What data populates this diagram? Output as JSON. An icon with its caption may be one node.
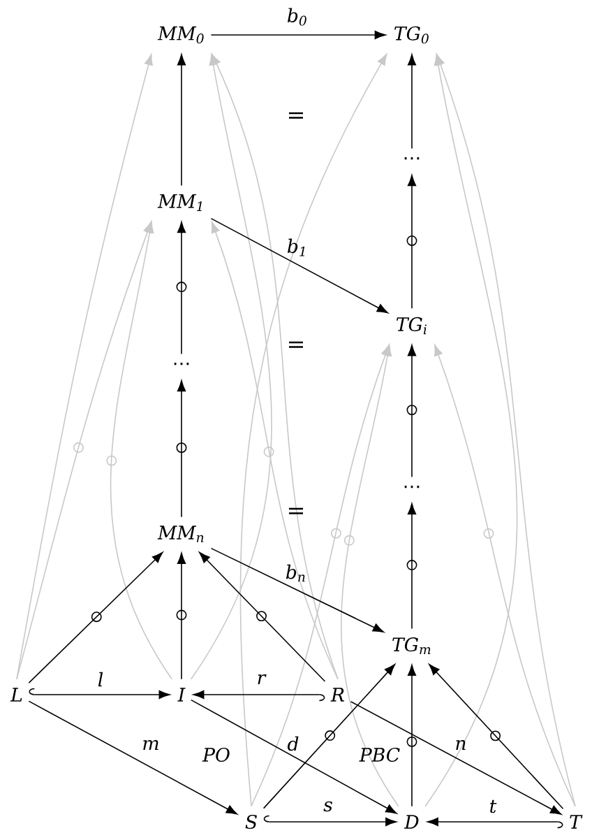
{
  "diagram": {
    "nodes": [
      {
        "text": [
          "MM$_{0}$"
        ]
      },
      {
        "text": [
          "TG$_{0}$"
        ]
      },
      {
        "text": [
          "MM$_{1}$"
        ]
      },
      {
        "text": [
          "⋯"
        ]
      },
      {
        "text": [
          "⋯"
        ]
      },
      {
        "text": [
          "TG$_{i}$"
        ]
      },
      {
        "text": [
          "⋯"
        ]
      },
      {
        "text": [
          "MM$_{n}$"
        ]
      },
      {
        "text": [
          "TG$_{m}$"
        ]
      },
      {
        "text": [
          "L"
        ]
      },
      {
        "text": [
          "I"
        ]
      },
      {
        "text": [
          "R"
        ]
      },
      {
        "text": [
          "S"
        ]
      },
      {
        "text": [
          "D"
        ]
      },
      {
        "text": [
          "T"
        ]
      }
    ],
    "edges": [
      {
        "from": 0,
        "to": 1,
        "arrow": "to",
        "label": "b$_{0}$"
      },
      {
        "from": 2,
        "to": 0,
        "arrow": "to"
      },
      {
        "from": 3,
        "to": 2,
        "arrow": "to"
      },
      {
        "from": 2,
        "to": 5,
        "arrow": "to",
        "label": "b$_{1}$"
      },
      {
        "from": 7,
        "to": 3,
        "arrow": "to"
      },
      {
        "from": 4,
        "to": 1,
        "arrow": "to"
      },
      {
        "from": 5,
        "to": 4,
        "arrow": "to"
      },
      {
        "from": 6,
        "to": 5,
        "arrow": "to"
      },
      {
        "from": 8,
        "to": 6,
        "arrow": "to"
      },
      {
        "from": 7,
        "to": 8,
        "arrow": "to",
        "label": "b$_{n}$"
      },
      {
        "from": 9,
        "to": 7,
        "arrow": "to"
      },
      {
        "from": 10,
        "to": 7,
        "arrow": "to"
      },
      {
        "from": 11,
        "to": 7,
        "arrow": "to"
      },
      {
        "from": 9,
        "to": 10,
        "arrow": "to",
        "label": "l"
      },
      {
        "from": 11,
        "to": 10,
        "arrow": "to",
        "label": "r"
      },
      {
        "from": 9,
        "to": 12,
        "arrow": "to",
        "label": "m"
      },
      {
        "from": 10,
        "to": 13,
        "arrow": "to",
        "label": "d"
      },
      {
        "from": 11,
        "to": 14,
        "arrow": "to",
        "label": "n"
      },
      {
        "from": 12,
        "to": 13,
        "arrow": "to",
        "label": "s"
      },
      {
        "from": 14,
        "to": 13,
        "arrow": "to",
        "label": "t"
      },
      {
        "from": 12,
        "to": 8,
        "arrow": "to"
      },
      {
        "from": 13,
        "to": 8,
        "arrow": "to"
      },
      {
        "from": 14,
        "to": 8,
        "arrow": "to"
      },
      {
        "from": 9,
        "to": 0,
        "arrow": "to",
        "color": "#c8c8c8"
      },
      {
        "from": 10,
        "to": 0,
        "arrow": "to",
        "color": "#c8c8c8"
      },
      {
        "from": 11,
        "to": 0,
        "arrow": "to",
        "color": "#c8c8c8"
      },
      {
        "from": 9,
        "to": 2,
        "arrow": "to",
        "color": "#c8c8c8"
      },
      {
        "from": 10,
        "to": 2,
        "arrow": "to",
        "color": "#c8c8c8"
      },
      {
        "from": 11,
        "to": 2,
        "arrow": "to",
        "color": "#c8c8c8"
      },
      {
        "from": 12,
        "to": 1,
        "arrow": "to",
        "color": "#c8c8c8"
      },
      {
        "from": 13,
        "to": 1,
        "arrow": "to",
        "color": "#c8c8c8"
      },
      {
        "from": 14,
        "to": 1,
        "arrow": "to",
        "color": "#c8c8c8"
      },
      {
        "from": 12,
        "to": 5,
        "arrow": "to",
        "color": "#c8c8c8"
      },
      {
        "from": 13,
        "to": 5,
        "arrow": "to",
        "color": "#c8c8c8"
      },
      {
        "from": 14,
        "to": 5,
        "arrow": "to",
        "color": "#c8c8c8"
      }
    ],
    "labels": [
      "=",
      "=",
      "=",
      "PO",
      "PBC"
    ]
  }
}
